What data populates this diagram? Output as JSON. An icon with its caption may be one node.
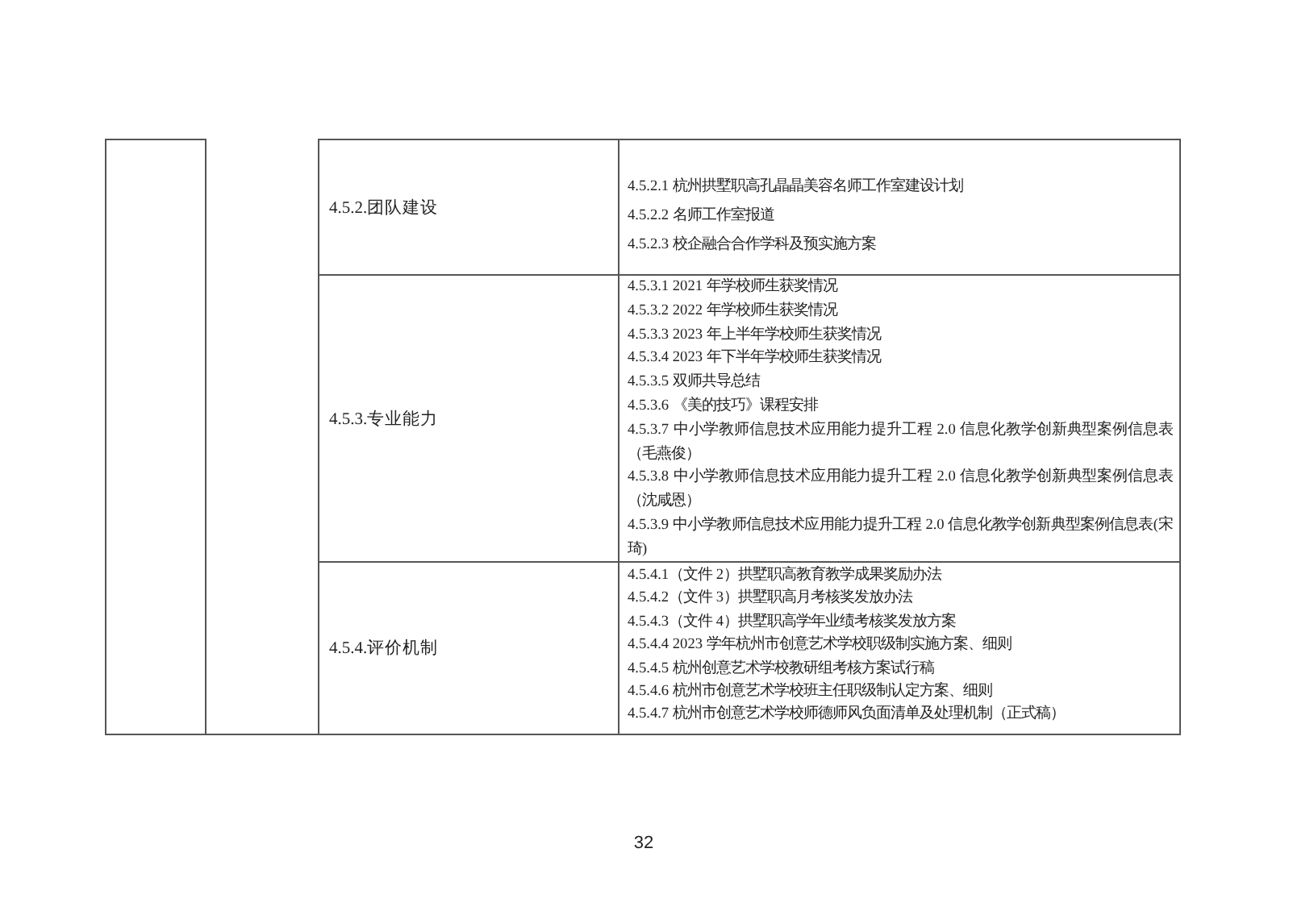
{
  "diagram": {
    "labels": [
      "4.5.2.团队建设",
      "4.5.2.1 杭州拱墅职高孔晶晶美容名师工作室建设计划",
      "4.5.2.2 名师工作室报道",
      "4.5.2.3 校企融合合作学科及预实施方案",
      "4.5.3.专业能力",
      "4.5.3.1 2021 年学校师生获奖情况",
      "4.5.3.2 2022 年学校师生获奖情况",
      "4.5.3.3 2023 年上半年学校师生获奖情况",
      "4.5.3.4 2023 年下半年学校师生获奖情况",
      "4.5.3.5 双师共导总结",
      "4.5.3.6 《美的技巧》课程安排",
      "4.5.3.7 中小学教师信息技术应用能力提升工程 2.0 信息化教学创新典型案例信息表（毛燕俊）",
      "4.5.3.8 中小学教师信息技术应用能力提升工程 2.0 信息化教学创新典型案例信息表（沈咸恩）",
      "4.5.3.9 中小学教师信息技术应用能力提升工程 2.0 信息化教学创新典型案例信息表(宋琦)",
      "4.5.4.评价机制",
      "4.5.4.1（文件 2）拱墅职高教育教学成果奖励办法",
      "4.5.4.2（文件 3）拱墅职高月考核奖发放办法",
      "4.5.4.3（文件 4）拱墅职高学年业绩考核奖发放方案",
      "4.5.4.4 2023 学年杭州市创意艺术学校职级制实施方案、细则",
      "4.5.4.5 杭州创意艺术学校教研组考核方案试行稿",
      "4.5.4.6 杭州市创意艺术学校班主任职级制认定方案、细则",
      "4.5.4.7 杭州市创意艺术学校师德师风负面清单及处理机制（正式稿）",
      "32"
    ]
  }
}
